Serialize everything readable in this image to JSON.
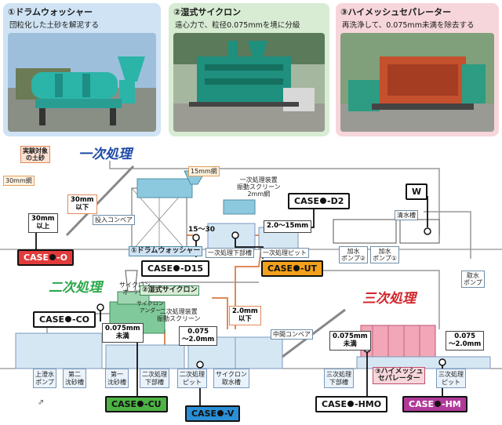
{
  "panels": [
    {
      "title": "①ドラムウォッシャー",
      "desc": "団粒化した土砂を解泥する"
    },
    {
      "title": "②湿式サイクロン",
      "desc": "遠心力で、粒径0.075mmを境に分級"
    },
    {
      "title": "③ハイメッシュセパレーター",
      "desc": "再洗浄して、0.075mm未満を除去する"
    }
  ],
  "stages": {
    "primary": "一次処理",
    "secondary": "二次処理",
    "tertiary": "三次処理"
  },
  "labels": {
    "target_soil": "実験対象\nの土砂",
    "mesh30": "30mm網",
    "mesh15": "15mm網",
    "screen1": "一次処理装置\n振動スクリーン\n2mm網",
    "conveyor_in": "投入コンベア",
    "clear_water": "清水槽",
    "intake": "取水\nポンプ",
    "pump2": "加水\nポンプ②",
    "pump1": "加水\nポンプ①",
    "tank1_lower": "一次処理下部槽",
    "pit1": "一次処理ピット",
    "cyclone_over": "サイクロン\nオーバー",
    "cyclone_under": "サイクロン\nアンダー",
    "screen2": "二次処理装置\n振動スクリーン",
    "mid_conveyor": "中間コンベア",
    "supernatant": "上澄水\nポンプ",
    "sed2": "第二\n沈砂槽",
    "sed1": "第一\n沈砂槽",
    "tank2_lower": "二次処理\n下部槽",
    "pit2": "二次処理\nピット",
    "cyclone_tank": "サイクロン\n取水槽",
    "tank3_lower": "三次処理\n下部槽",
    "pit3": "三次処理\nピット",
    "drum": "①ドラムウォッシャー",
    "wet_cyclone": "②湿式サイクロン",
    "hms": "③ハイメッシュ\nセパレーター",
    "arrow_sym": "⇗"
  },
  "sizes": {
    "above30": "30mm\n以上",
    "below30": "30mm\n以下",
    "s15_30": "15～30",
    "s2_15": "2.0～15mm",
    "below2": "2.0mm\n以下",
    "u0075_a": "0.075mm\n未満",
    "r0075_a": "0.075\n～2.0mm",
    "u0075_b": "0.075mm\n未満",
    "r0075_b": "0.075\n～2.0mm"
  },
  "cases": {
    "O": "-O",
    "D15": "-D15",
    "UT": "-UT",
    "D2": "-D2",
    "W": "W",
    "CO": "-CO",
    "CU": "-CU",
    "V": "-V",
    "HMO": "-HMO",
    "HM": "-HM",
    "prefix": "CASE"
  },
  "colors": {
    "primary_stage": "#1f4aa8",
    "secondary_stage": "#2aa84a",
    "tertiary_stage": "#d2242a",
    "case_O": "#e23b3b",
    "case_UT": "#f3a11c",
    "case_CU": "#4db344",
    "case_V": "#2a8fd6",
    "case_HM": "#b03a9a",
    "panel1": "#cfe3f4",
    "panel2": "#d7ecd3",
    "panel3": "#f6d6db"
  }
}
